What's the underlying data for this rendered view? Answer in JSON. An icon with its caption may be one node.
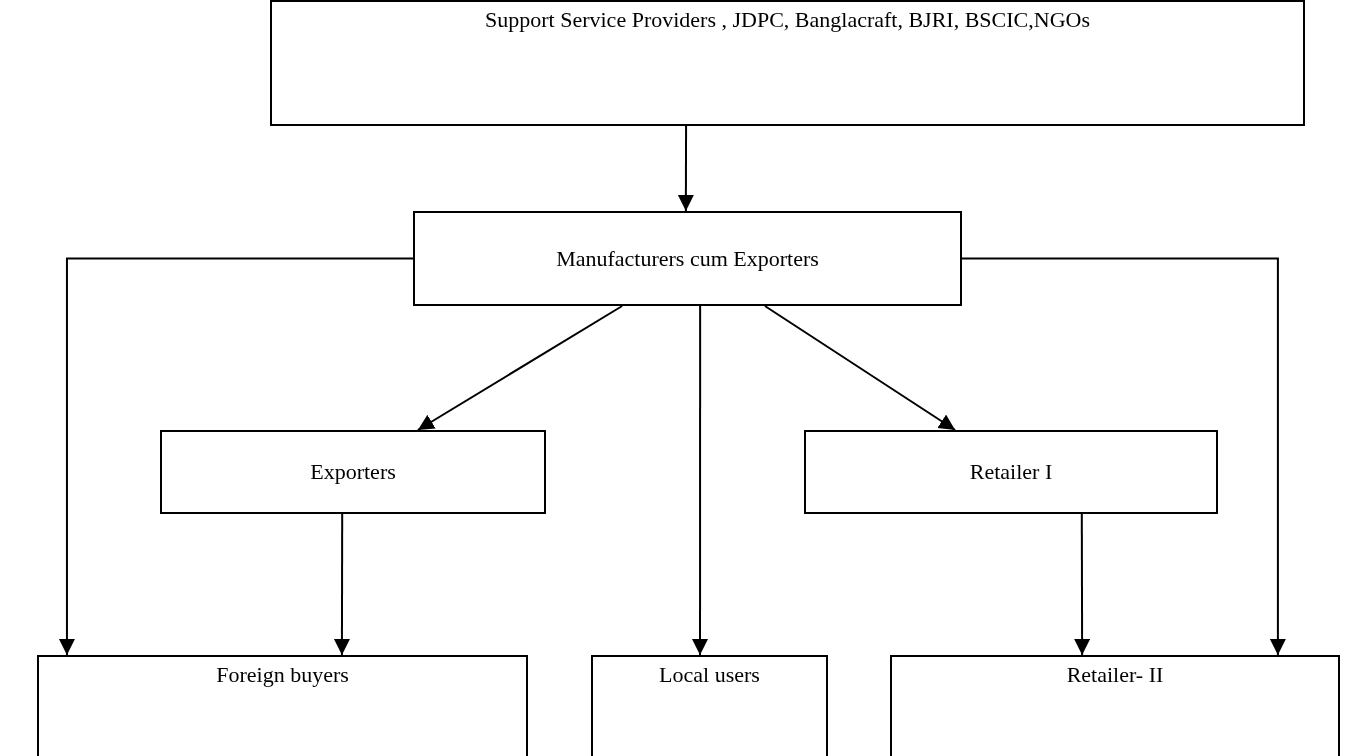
{
  "diagram": {
    "nodes": [
      {
        "text": [
          "Support Service Providers , JDPC, Banglacraft, BJRI, BSCIC,NGOs"
        ]
      },
      {
        "text": [
          "Manufacturers cum Exporters"
        ]
      },
      {
        "text": [
          "Exporters"
        ]
      },
      {
        "text": [
          "Retailer I"
        ]
      },
      {
        "text": [
          "Foreign buyers"
        ]
      },
      {
        "text": [
          "Local users"
        ]
      },
      {
        "text": [
          "Retailer- II"
        ]
      }
    ],
    "edges": [
      {
        "from": 0,
        "to": 1,
        "arrow": "to"
      },
      {
        "from": 1,
        "to": 4,
        "arrow": "to"
      },
      {
        "from": 1,
        "to": 2,
        "arrow": "to"
      },
      {
        "from": 1,
        "to": 5,
        "arrow": "to"
      },
      {
        "from": 1,
        "to": 3,
        "arrow": "to"
      },
      {
        "from": 1,
        "to": 6,
        "arrow": "to"
      },
      {
        "from": 2,
        "to": 4,
        "arrow": "to"
      },
      {
        "from": 3,
        "to": 6,
        "arrow": "to"
      }
    ]
  }
}
